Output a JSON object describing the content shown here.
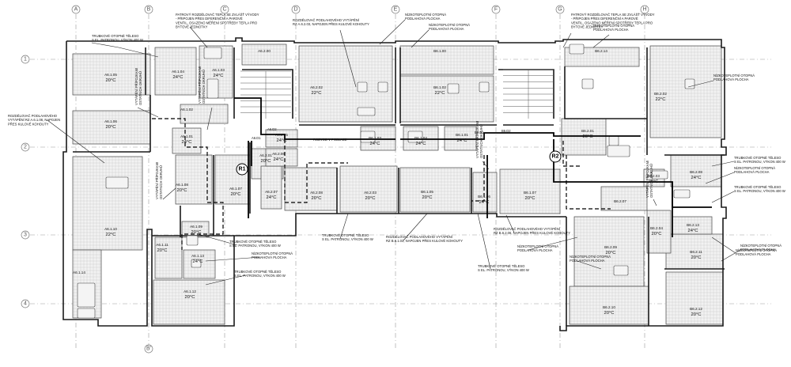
{
  "grid": {
    "columns": [
      "A",
      "B",
      "C",
      "D",
      "E",
      "F",
      "G",
      "H"
    ],
    "rows": [
      "1",
      "2",
      "3",
      "4"
    ],
    "extra_bottom": "B'"
  },
  "rooms": [
    {
      "name": "A6.1.05",
      "temp": "20°C"
    },
    {
      "name": "A6.1.04",
      "temp": "24°C"
    },
    {
      "name": "A6.1.03",
      "temp": "24°C"
    },
    {
      "name": "A6.1.06",
      "temp": "20°C"
    },
    {
      "name": "A6.1.02",
      "temp": ""
    },
    {
      "name": "A6.2.00",
      "temp": ""
    },
    {
      "name": "A6.2.02",
      "temp": "22°C"
    },
    {
      "name": "B6.1.00",
      "temp": ""
    },
    {
      "name": "B6.1.02",
      "temp": "22°C"
    },
    {
      "name": "B6.2.14",
      "temp": ""
    },
    {
      "name": "B6.2.02",
      "temp": "22°C"
    },
    {
      "name": "A6.1.10",
      "temp": "22°C"
    },
    {
      "name": "A6.1.08",
      "temp": "20°C"
    },
    {
      "name": "A6.1.07",
      "temp": "20°C"
    },
    {
      "name": "A6.2.01",
      "temp": "20°C"
    },
    {
      "name": "A6.2.07",
      "temp": "24°C"
    },
    {
      "name": "A6.2.08",
      "temp": "20°C"
    },
    {
      "name": "A6.2.03",
      "temp": "20°C"
    },
    {
      "name": "B6.1.05",
      "temp": "20°C"
    },
    {
      "name": "B6.1.06",
      "temp": "24°C"
    },
    {
      "name": "B6.1.07",
      "temp": "20°C"
    },
    {
      "name": "B6.2.01",
      "temp": "20°C"
    },
    {
      "name": "B6.2.03",
      "temp": "24°C"
    },
    {
      "name": "B6.2.07",
      "temp": ""
    },
    {
      "name": "A6.1.14",
      "temp": ""
    },
    {
      "name": "A6.1.11",
      "temp": "20°C"
    },
    {
      "name": "A6.1.13",
      "temp": "24°C"
    },
    {
      "name": "A6.1.12",
      "temp": "20°C"
    },
    {
      "name": "B6.2.09",
      "temp": "20°C"
    },
    {
      "name": "B6.2.10",
      "temp": "20°C"
    },
    {
      "name": "B6.2.11",
      "temp": "20°C"
    },
    {
      "name": "B6.2.12",
      "temp": "20°C"
    },
    {
      "name": "B6.2.13",
      "temp": "24°C"
    },
    {
      "name": "B6.2.08",
      "temp": "24°C"
    },
    {
      "name": "B6.2.04",
      "temp": "20°C"
    },
    {
      "name": "A6.1.09",
      "temp": "20°C"
    },
    {
      "name": "A6.1.01",
      "temp": "24°C"
    },
    {
      "name": "A6.2.06",
      "temp": "24°C"
    },
    {
      "name": "A6.2.05",
      "temp": "24°C"
    },
    {
      "name": "B6.1.03",
      "temp": "24°C"
    },
    {
      "name": "B6.1.04",
      "temp": "24°C"
    },
    {
      "name": "B6.1.01",
      "temp": "24°C"
    }
  ],
  "markers": [
    "R1",
    "R2"
  ],
  "annotations": [
    {
      "lines": [
        "TRUBKOVÉ OTOPNÉ TĚLESO",
        "S EL. PATRONOU, VÝKON 400 W"
      ]
    },
    {
      "lines": [
        "PATROVÝ ROZDĚLOVAČ TEPLA SE ZVLÁŠŤ VÝVODY",
        "- PŘIPOJEN PŘES DIFERENČNÍ A PAROVÉ",
        "VENTIL, OSAZENO MĚŘENÍ SPOTŘEBY TEPLA PRO",
        "BYTOVÉ JEDNOTKY"
      ]
    },
    {
      "lines": [
        "ROZDĚLOVAČ PODLAHOVÉHO VYTÁPĚNÍ",
        "RZ A.6.2.03, NAPOJEN PŘES KULOVÉ KOHOUTY"
      ]
    },
    {
      "lines": [
        "NÍZKOTEPLOTNÍ OTOPNÁ",
        "PODLAHOVÁ PLOCHA"
      ]
    },
    {
      "lines": [
        "NÍZKOTEPLOTNÍ OTOPNÁ",
        "PODLAHOVÁ PLOCHA"
      ]
    },
    {
      "lines": [
        "PATROVÝ ROZDĚLOVAČ TEPLA SE ZVLÁŠŤ VÝVODY",
        "- PŘIPOJEN PŘES DIFERENČNÍ A PAROVÉ",
        "VENTIL, OSAZENO MĚŘENÍ SPOTŘEBY TEPLA PRO",
        "BYTOVÉ JEDNOTKY"
      ]
    },
    {
      "lines": [
        "NÍZKOTEPLOTNÍ OTOPNÁ",
        "PODLAHOVÁ PLOCHA"
      ]
    },
    {
      "lines": [
        "NÍZKOTEPLOTNÍ OTOPNÁ",
        "PODLAHOVÁ PLOCHA"
      ]
    },
    {
      "lines": [
        "VYTÁPĚNÍ PŘÍPOJKAMI",
        "OSTATNÍCH OKRUHŮ"
      ]
    },
    {
      "lines": [
        "VYTÁPĚNÍ PŘÍPOJKAMI",
        "OSTATNÍCH OKRUHŮ"
      ]
    },
    {
      "lines": [
        "ROZDĚLOVAČ PODLAHOVÉHO",
        "VYTÁPĚNÍ RZ A.6.1.08, NAPOJEN",
        "PŘES KULOVÉ KOHOUTY"
      ]
    },
    {
      "lines": [
        "TRUBKOVÉ OTOPNÉ TĚLESO",
        "S EL. PATRONOU, VÝKON 400 W"
      ]
    },
    {
      "lines": [
        "NÍZKOTEPLOTNÍ OTOPNÁ",
        "PODLAHOVÁ PLOCHA"
      ]
    },
    {
      "lines": [
        "TRUBKOVÉ OTOPNÉ TĚLESO",
        "S EL. PATRONOU, VÝKON 400 W"
      ]
    },
    {
      "lines": [
        "TRUBKOVÉ OTOPNÉ TĚLESO",
        "S EL. PATRONOU, VÝKON 400 W"
      ]
    },
    {
      "lines": [
        "ROZDĚLOVAČ PODLAHOVÉHO VYTÁPĚNÍ",
        "RZ B.6.1.03, NAPOJEN PŘES KULOVÉ KOHOUTY"
      ]
    },
    {
      "lines": [
        "TRUBKOVÉ OTOPNÉ TĚLESO",
        "S EL. PATRONOU, VÝKON 400 W"
      ]
    },
    {
      "lines": [
        "ROZDĚLOVAČ PODLAHOVÉHO VYTÁPĚNÍ",
        "RZ B.6.2.06, NAPOJEN PŘES KULOVÉ KOHOUTY"
      ]
    },
    {
      "lines": [
        "NÍZKOTEPLOTNÍ OTOPNÁ",
        "PODLAHOVÁ PLOCHA"
      ]
    },
    {
      "lines": [
        "NÍZKOTEPLOTNÍ OTOPNÁ",
        "PODLAHOVÁ PLOCHA"
      ]
    },
    {
      "lines": [
        "TRUBKOVÉ OTOPNÉ TĚLESO",
        "S EL. PATRONOU, VÝKON 400 W"
      ]
    },
    {
      "lines": [
        "NÍZKOTEPLOTNÍ OTOPNÁ",
        "PODLAHOVÁ PLOCHA"
      ]
    },
    {
      "lines": [
        "TRUBKOVÉ OTOPNÉ TĚLESO",
        "S EL. PATRONOU, VÝKON 400 W"
      ]
    },
    {
      "lines": [
        "VYTÁPĚNÍ PŘÍPOJKAMI",
        "OSTATNÍCH OKRUHŮ"
      ]
    },
    {
      "lines": [
        "VYTÁPĚNÍ PŘÍPOJKAMI",
        "OSTATNÍCH OKRUHŮ"
      ]
    },
    {
      "lines": [
        "VYTÁPĚNÍ PŘÍPOJKAMI",
        "OSTATNÍCH OKRUHŮ"
      ]
    },
    {
      "lines": [
        "NÍZKOTEPLOTNÍ OTOPNÁ",
        "PODLAHOVÁ PLOCHA"
      ]
    },
    {
      "lines": [
        "NÍZKOTEPLOTNÍ OTOPNÁ",
        "PODLAHOVÁ PLOCHA"
      ]
    }
  ],
  "small_labels": [
    "A6.D2",
    "A6.D1",
    "B6.D1",
    "B6.D2",
    "ROZVOD V PODLAZE"
  ]
}
